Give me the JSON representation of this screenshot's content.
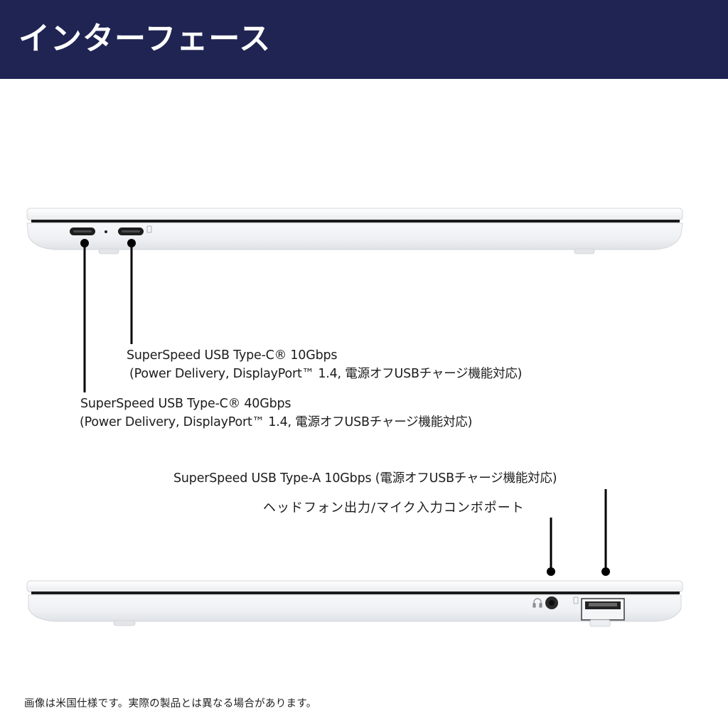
{
  "header": {
    "title": "インターフェース",
    "background": "#1f2452"
  },
  "callouts": {
    "usbc_10": {
      "line1": "SuperSpeed USB Type-C® 10Gbps",
      "line2": "(Power Delivery, DisplayPort™ 1.4, 電源オフUSBチャージ機能対応)"
    },
    "usbc_40": {
      "line1": "SuperSpeed USB Type-C® 40Gbps",
      "line2": "(Power Delivery, DisplayPort™ 1.4, 電源オフUSBチャージ機能対応)"
    },
    "usba": {
      "text": "SuperSpeed USB Type-A 10Gbps (電源オフUSBチャージ機能対応)"
    },
    "audio": {
      "text": "ヘッドフォン出力/マイク入力コンボポート"
    }
  },
  "footnote": "画像は米国仕様です。実際の製品とは異なる場合があります。",
  "colors": {
    "chassis": "#f4f5f7",
    "chassis_edge": "#d9dce0",
    "seam": "#1a1a1a",
    "callout_line": "#000000"
  },
  "icons": [
    "usb-c-port-icon",
    "usb-a-port-icon",
    "headphone-jack-icon",
    "headphone-icon"
  ]
}
